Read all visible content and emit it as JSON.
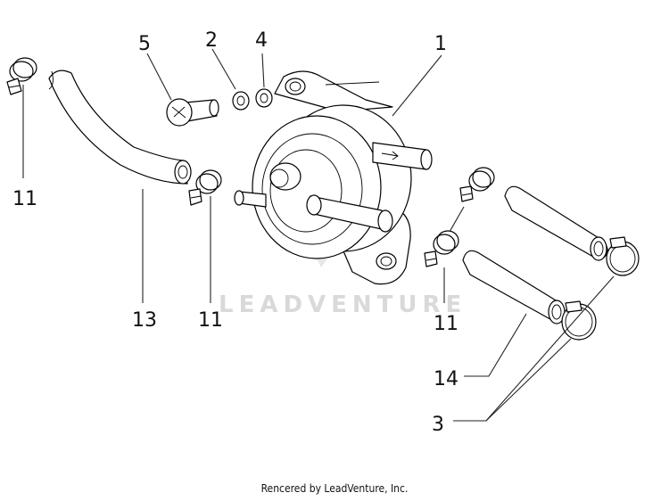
{
  "callouts": {
    "c1": "1",
    "c2": "2",
    "c3": "3",
    "c4": "4",
    "c5": "5",
    "c11_left": "11",
    "c11_center": "11",
    "c11_right": "11",
    "c13": "13",
    "c14": "14"
  },
  "watermark": "LEADVENTURE",
  "credit": "Rencered by LeadVenture, Inc.",
  "colors": {
    "line": "#000000",
    "watermark": "#d9d9d9",
    "background": "#ffffff"
  }
}
